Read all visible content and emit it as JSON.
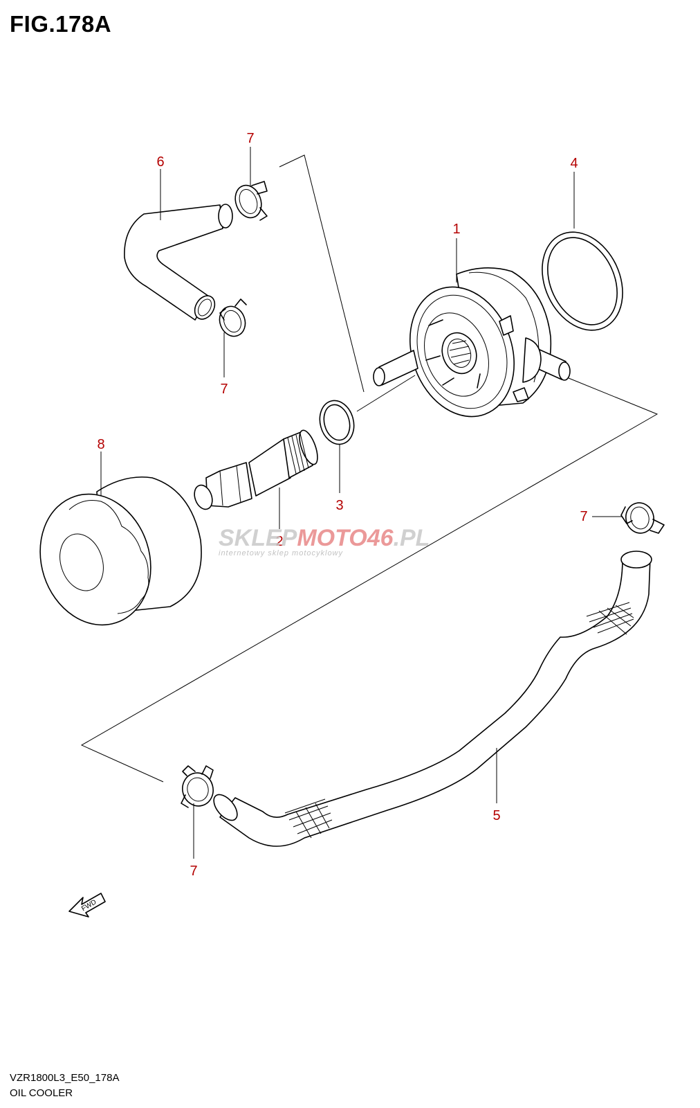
{
  "figure": {
    "title": "FIG.178A",
    "code": "VZR1800L3_E50_178A",
    "name": "OIL COOLER"
  },
  "callouts": {
    "oil_cooler": "1",
    "union_bolt": "2",
    "gasket": "3",
    "o_ring": "4",
    "hose_long": "5",
    "hose_short": "6",
    "clamp": "7",
    "oil_filter": "8"
  },
  "fwd_label": "FWD",
  "watermark": {
    "brand_a": "SKLEP",
    "brand_b": "MOTO",
    "brand_c": "46",
    "brand_d": ".PL",
    "tagline": "internetowy sklep motocyklowy"
  },
  "colors": {
    "callout": "#b40000",
    "line": "#000000",
    "watermark_gray": "#c8c8c8",
    "watermark_red": "#e88888"
  }
}
